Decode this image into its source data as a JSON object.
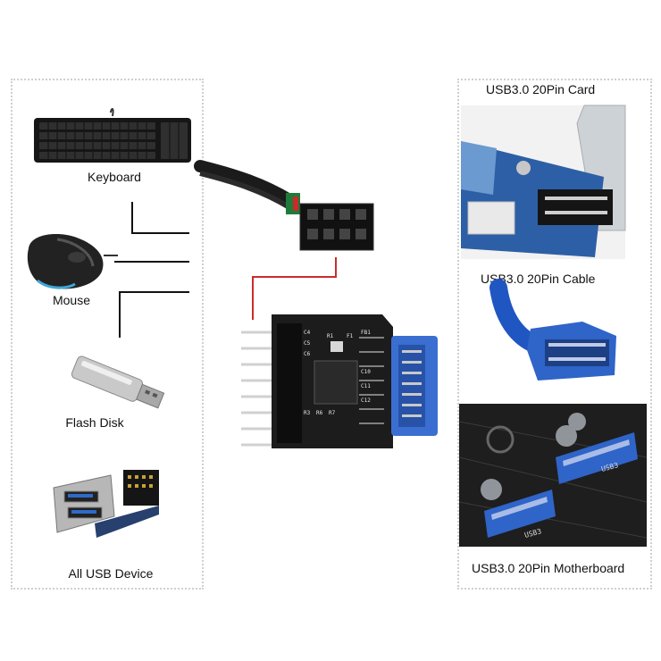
{
  "left_devices": [
    {
      "label": "Keyboard",
      "icon": "keyboard-icon"
    },
    {
      "label": "Mouse",
      "icon": "mouse-icon"
    },
    {
      "label": "Flash Disk",
      "icon": "flash-disk-icon"
    },
    {
      "label": "All USB Device",
      "icon": "usb-hub-icon"
    }
  ],
  "right_items": [
    {
      "label": "USB3.0 20Pin Card",
      "icon": "pci-card-icon"
    },
    {
      "label": "USB3.0 20Pin Cable",
      "icon": "usb3-cable-icon"
    },
    {
      "label": "USB3.0 20Pin Motherboard",
      "icon": "motherboard-icon"
    }
  ],
  "board_silkscreen": {
    "ref_labels": [
      "C4",
      "C5",
      "C6",
      "R1",
      "R3",
      "R6",
      "R7",
      "F1",
      "C10",
      "C11",
      "C12",
      "FB1"
    ],
    "header_marks": [
      "USB3",
      "USB3"
    ]
  },
  "colors": {
    "pcb": "#1c1c1c",
    "usb3_blue": "#3a6ed1",
    "motherboard_header_blue": "#2f64c8",
    "connector_wire": "#cc2b2b",
    "frame_border": "#cfcfcf"
  }
}
